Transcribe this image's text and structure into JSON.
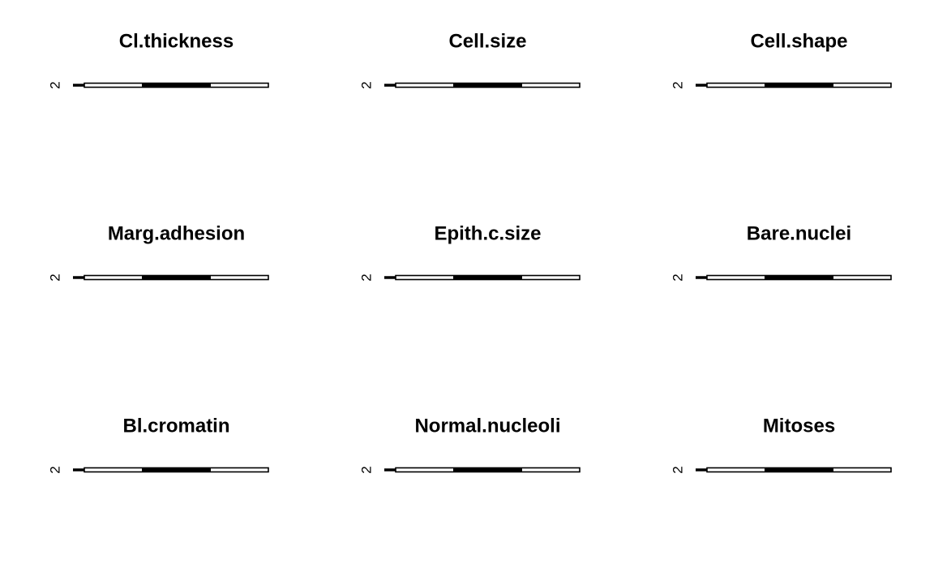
{
  "chart_data": [
    {
      "type": "boxplot",
      "title": "Cl.thickness",
      "tick_labels": [
        "2"
      ],
      "outline_color": "#000000"
    },
    {
      "type": "boxplot",
      "title": "Cell.size",
      "tick_labels": [
        "2"
      ],
      "outline_color": "#000000"
    },
    {
      "type": "boxplot",
      "title": "Cell.shape",
      "tick_labels": [
        "2"
      ],
      "outline_color": "#000000"
    },
    {
      "type": "boxplot",
      "title": "Marg.adhesion",
      "tick_labels": [
        "2"
      ],
      "outline_color": "#000000"
    },
    {
      "type": "boxplot",
      "title": "Epith.c.size",
      "tick_labels": [
        "2"
      ],
      "outline_color": "#000000"
    },
    {
      "type": "boxplot",
      "title": "Bare.nuclei",
      "tick_labels": [
        "2"
      ],
      "outline_color": "#000000"
    },
    {
      "type": "boxplot",
      "title": "Bl.cromatin",
      "tick_labels": [
        "2"
      ],
      "outline_color": "#000000"
    },
    {
      "type": "boxplot",
      "title": "Normal.nucleoli",
      "tick_labels": [
        "2"
      ],
      "outline_color": "#000000"
    },
    {
      "type": "boxplot",
      "title": "Mitoses",
      "tick_labels": [
        "2"
      ],
      "outline_color": "#000000"
    }
  ]
}
